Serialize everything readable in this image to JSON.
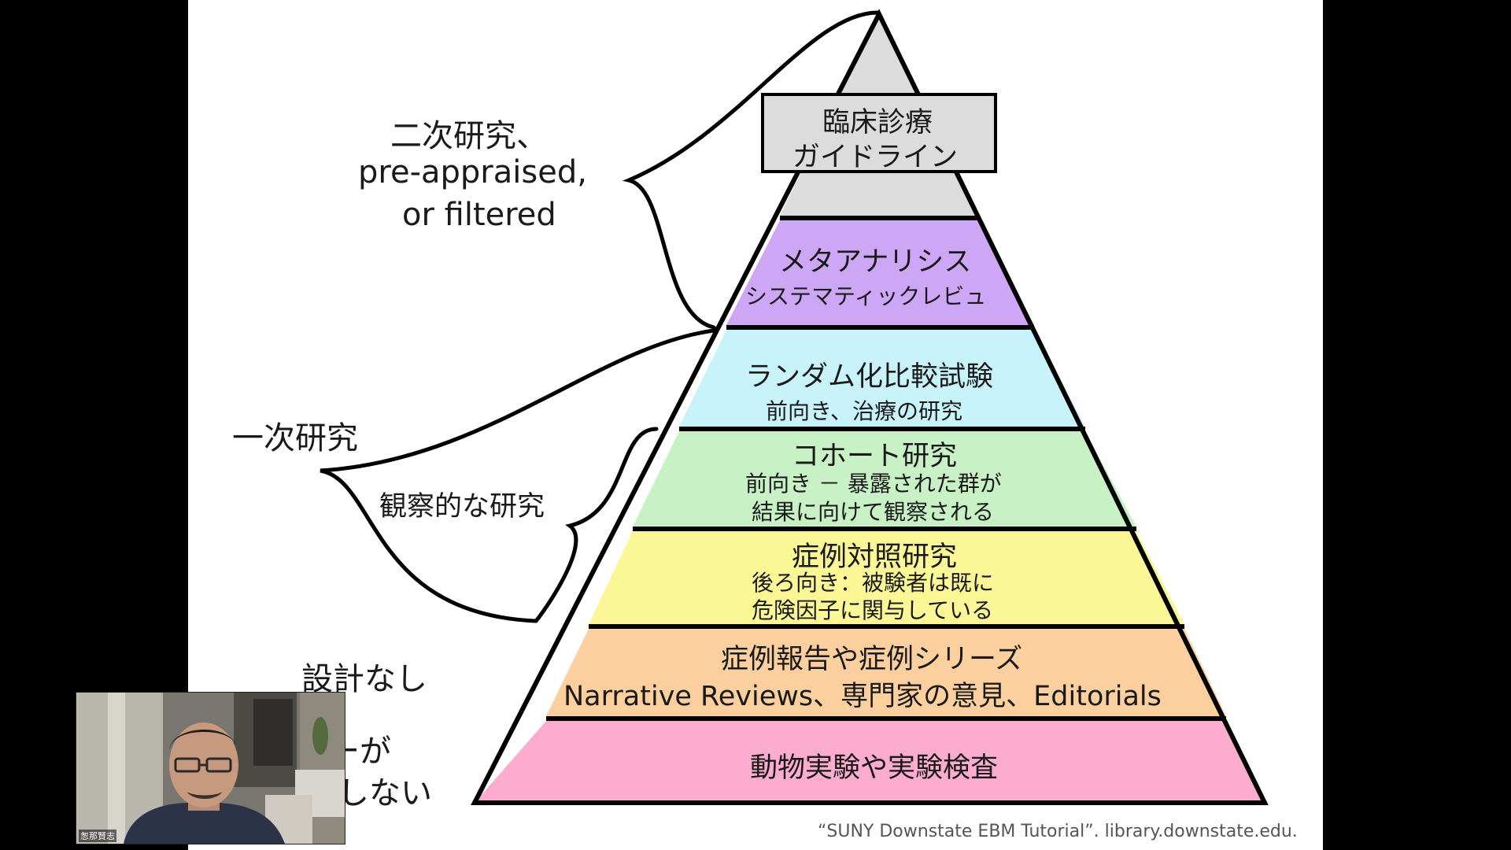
{
  "tiers": [
    {
      "id": "guideline",
      "title_lines": [
        "臨床診療",
        "ガイドライン"
      ],
      "fill": "#dcdcdc"
    },
    {
      "id": "meta",
      "title": "メタアナリシス",
      "subtitle": "システマティックレビュ",
      "fill": "#cda6f5"
    },
    {
      "id": "rct",
      "title": "ランダム化比較試験",
      "subtitle": "前向き、治療の研究",
      "fill": "#c9f3fb"
    },
    {
      "id": "cohort",
      "title": "コホート研究",
      "subtitle_lines": [
        "前向き － 暴露された群が",
        "結果に向けて観察される"
      ],
      "fill": "#c8f1c5"
    },
    {
      "id": "case-control",
      "title": "症例対照研究",
      "subtitle_lines": [
        "後ろ向き：被験者は既に",
        "危険因子に関与している"
      ],
      "fill": "#fbf797"
    },
    {
      "id": "case-report",
      "title": "症例報告や症例シリーズ",
      "subtitle": "Narrative Reviews、専門家の意見、Editorials",
      "fill": "#fcd09e"
    },
    {
      "id": "animal",
      "title": "動物実験や実験検査",
      "fill": "#fcaccf"
    }
  ],
  "side_labels": {
    "secondary": [
      "二次研究、",
      "pre-appraised,",
      "or filtered"
    ],
    "primary": "一次研究",
    "observational": "観察的な研究",
    "no_design": "設計なし",
    "partial_1": "ーが",
    "partial_2": "しない"
  },
  "citation": "“SUNY Downstate EBM Tutorial”. library.downstate.edu.",
  "webcam": {
    "participant_name": "怱那賢志"
  },
  "colors": {
    "outline": "#000000",
    "background": "#ffffff",
    "frame": "#000000"
  }
}
